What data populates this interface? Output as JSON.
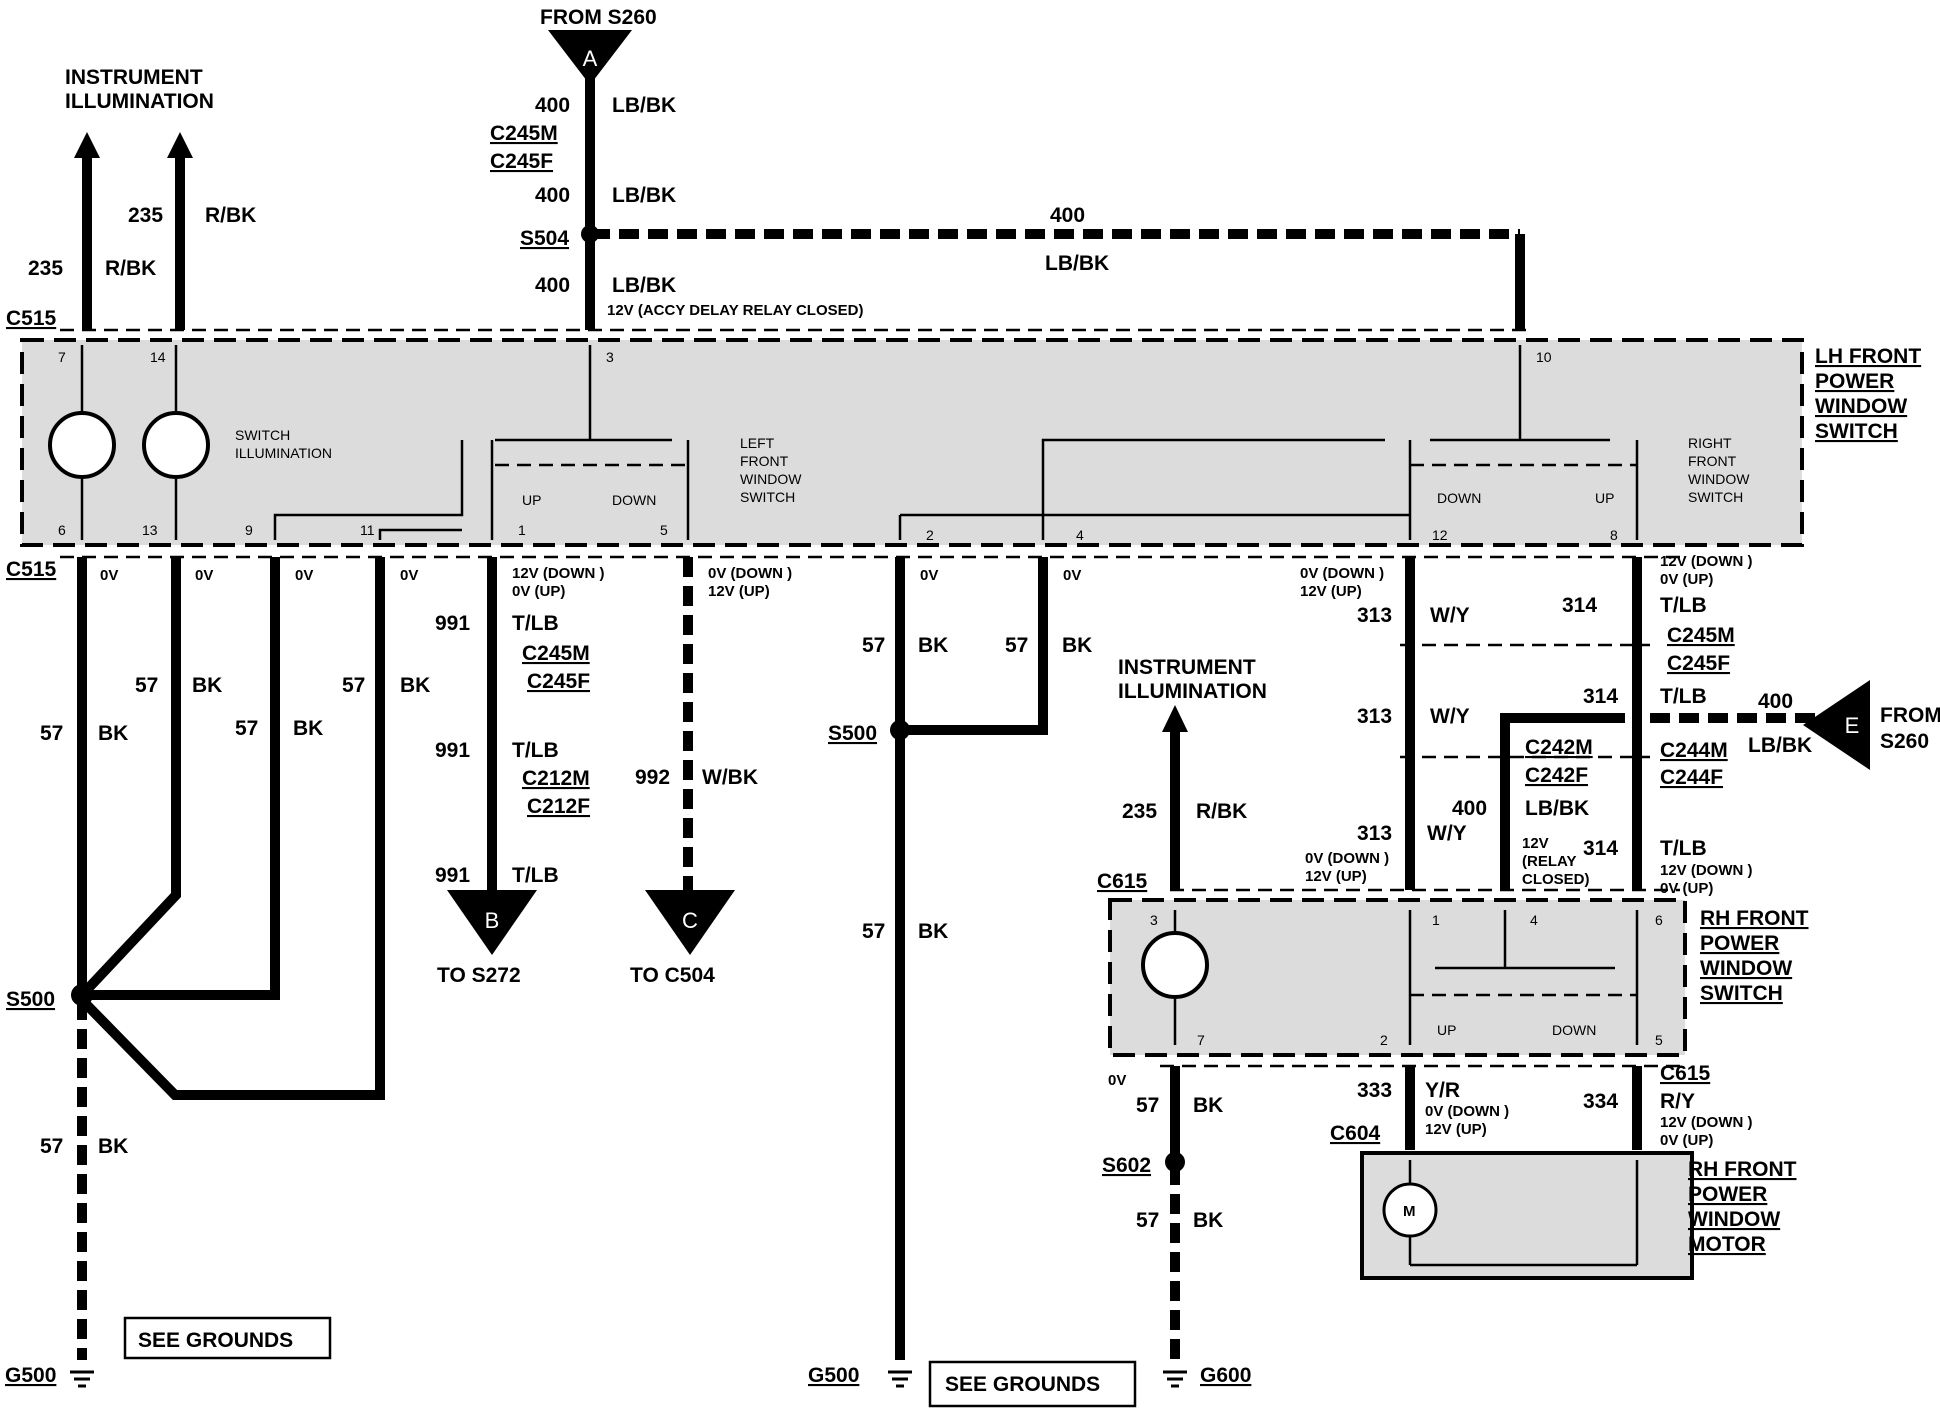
{
  "connectors": {
    "from_s260_top": "FROM  S260",
    "marker_a": "A",
    "c245m": "C245M",
    "c245f": "C245F",
    "s504": "S504",
    "c515_top": "C515",
    "c515_bottom": "C515",
    "c245m_mid": "C245M",
    "c245f_mid": "C245F",
    "c212m": "C212M",
    "c212f": "C212F",
    "marker_b": "B",
    "to_s272": "TO  S272",
    "marker_c": "C",
    "to_c504": "TO C504",
    "s500_left": "S500",
    "s500_mid": "S500",
    "g500_left": "G500",
    "g500_mid": "G500",
    "g600": "G600",
    "s602": "S602",
    "c615_top": "C615",
    "c615_bottom": "C615",
    "c604": "C604",
    "c245m_right": "C245M",
    "c245f_right": "C245F",
    "c242m": "C242M",
    "c242f": "C242F",
    "c244m": "C244M",
    "c244f": "C244F",
    "marker_e": "E",
    "from_e_1": "FROM",
    "from_e_2": "S260"
  },
  "components": {
    "instr_illum_left_1": "INSTRUMENT",
    "instr_illum_left_2": "ILLUMINATION",
    "instr_illum_right_1": "INSTRUMENT",
    "instr_illum_right_2": "ILLUMINATION",
    "lh_switch_1": "LH FRONT",
    "lh_switch_2": "POWER",
    "lh_switch_3": "WINDOW",
    "lh_switch_4": "SWITCH",
    "rh_switch_1": "RH  FRONT",
    "rh_switch_2": "POWER",
    "rh_switch_3": "WINDOW",
    "rh_switch_4": "SWITCH",
    "rh_motor_1": "RH FRONT",
    "rh_motor_2": "POWER",
    "rh_motor_3": "WINDOW",
    "rh_motor_4": "MOTOR",
    "switch_illum_1": "SWITCH",
    "switch_illum_2": "ILLUMINATION",
    "left_front_1": "LEFT",
    "left_front_2": "FRONT",
    "left_front_3": "WINDOW",
    "left_front_4": "SWITCH",
    "right_front_1": "RIGHT",
    "right_front_2": "FRONT",
    "right_front_3": "WINDOW",
    "right_front_4": "SWITCH",
    "up": "UP",
    "down": "DOWN",
    "motor_m": "M",
    "see_grounds": "SEE GROUNDS"
  },
  "pins": {
    "p7": "7",
    "p14": "14",
    "p3": "3",
    "p10": "10",
    "p6": "6",
    "p13": "13",
    "p9": "9",
    "p11": "11",
    "p1": "1",
    "p5": "5",
    "p2": "2",
    "p4": "4",
    "p12": "12",
    "p8": "8",
    "r3": "3",
    "r1": "1",
    "r4": "4",
    "r6": "6",
    "r7": "7",
    "r2": "2",
    "r5": "5"
  },
  "wires": {
    "w400": "400",
    "lbbk": "LB/BK",
    "w235": "235",
    "rbk": "R/BK",
    "w57": "57",
    "bk": "BK",
    "w991": "991",
    "tlb": "T/LB",
    "w992": "992",
    "wbk": "W/BK",
    "w313": "313",
    "wy": "W/Y",
    "w314": "314",
    "w333": "333",
    "yr": "Y/R",
    "w334": "334",
    "ry": "R/Y",
    "zero_v": "0V"
  },
  "voltages": {
    "accy": "12V (ACCY DELAY RELAY CLOSED)",
    "v12down": "12V (DOWN )",
    "v0up": "0V (UP)",
    "v0down": "0V (DOWN )",
    "v12up": "12V (UP)",
    "v12relay_1": "12V",
    "v12relay_2": "(RELAY",
    "v12relay_3": "CLOSED)"
  }
}
